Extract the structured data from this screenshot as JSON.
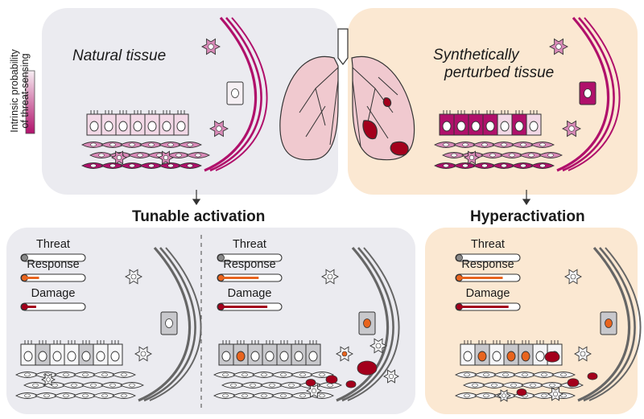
{
  "legend": {
    "title_line1": "Intrinsic probability",
    "title_line2": "of threat-sensing",
    "gradient_top": "#f7eef3",
    "gradient_bottom": "#b0106b"
  },
  "panels": {
    "natural": {
      "label": "Natural tissue",
      "bg": "#ebebf0"
    },
    "synthetic": {
      "label_line1": "Synthetically",
      "label_line2": "perturbed tissue",
      "bg": "#fbe8d2"
    }
  },
  "headings": {
    "tunable": "Tunable activation",
    "hyper": "Hyperactivation"
  },
  "gauges": [
    {
      "panel": "tunable-low",
      "threat": "Threat",
      "response": "Response",
      "damage": "Damage",
      "threat_level": 0.05,
      "response_level": 0.25,
      "damage_level": 0.2
    },
    {
      "panel": "tunable-high",
      "threat": "Threat",
      "response": "Response",
      "damage": "Damage",
      "threat_level": 0.05,
      "response_level": 0.65,
      "damage_level": 0.8
    },
    {
      "panel": "hyper",
      "threat": "Threat",
      "response": "Response",
      "damage": "Damage",
      "threat_level": 0.05,
      "response_level": 0.75,
      "damage_level": 0.85
    }
  ],
  "colors": {
    "magenta": "#b0106b",
    "pink": "#d98ab8",
    "light_pink": "#f2d8e6",
    "lung": "#f0c9cf",
    "lesion": "#a3001c",
    "orange": "#e8641e",
    "grey": "#c8c8cc",
    "stroke": "#333333"
  }
}
